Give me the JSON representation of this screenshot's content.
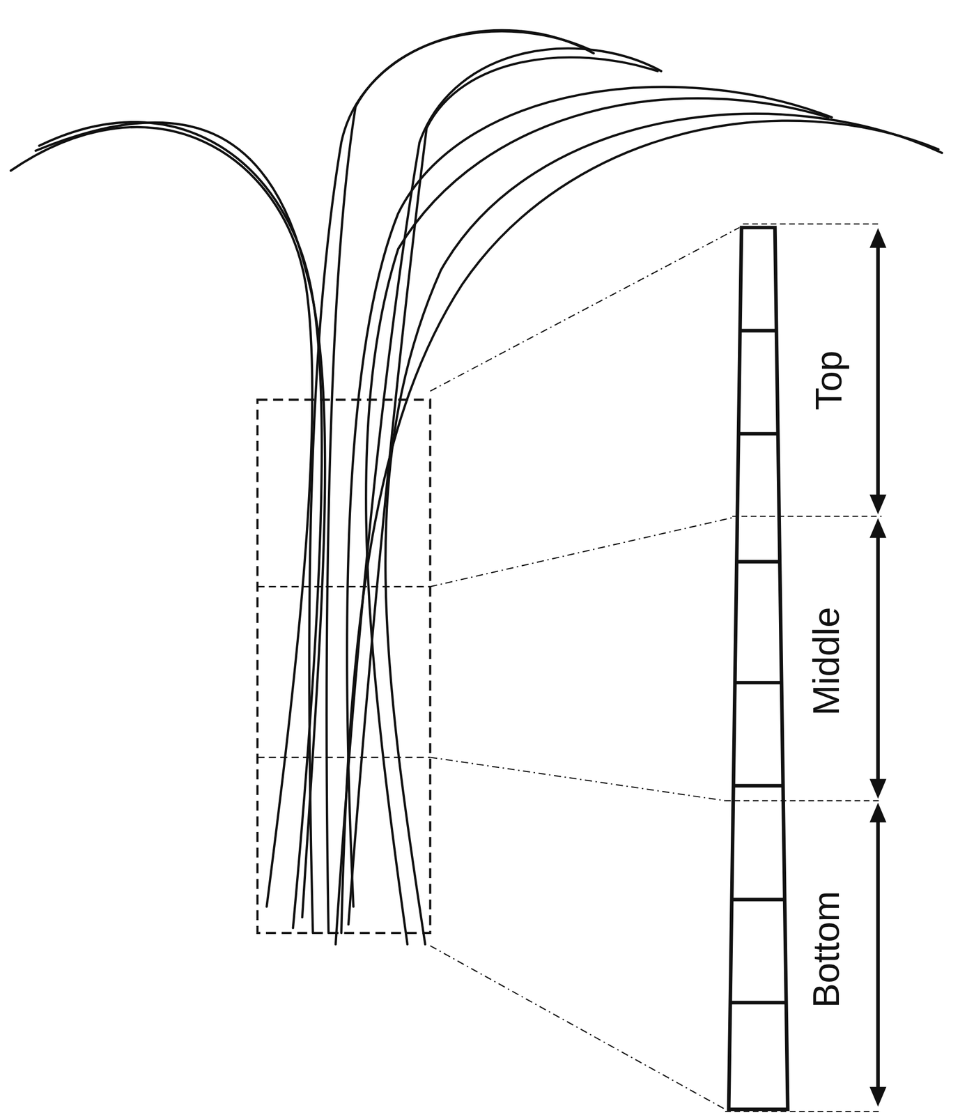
{
  "diagram": {
    "labels": [
      "Top",
      "Middle",
      "Bottom"
    ]
  }
}
